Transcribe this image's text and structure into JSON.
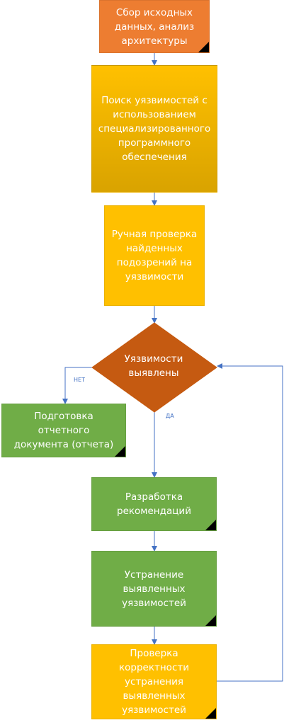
{
  "nodes": {
    "collect": "Сбор исходных\nданных, анализ\nархитектуры",
    "scan": "Поиск уязвимостей с\nиспользованием\nспециализированного\nпрограммного\nобеспечения",
    "manual_check": "Ручная проверка\nнайденных\nподозрений на\nуязвимости",
    "decision": "Уязвимости\nвыявлены",
    "report": "Подготовка отчетного\nдокумента (отчета)",
    "recommendations": "Разработка\nрекомендаций",
    "fix": "Устранение\nвыявленных\nуязвимостей",
    "verify": "Проверка\nкорректности\nустранения\nвыявленных\nуязвимостей"
  },
  "edges": {
    "no_label": "НЕТ",
    "yes_label": "ДА"
  },
  "colors": {
    "orange": "#ed7d31",
    "gold": "#ffc000",
    "green": "#70ad47",
    "connector": "#4472c4"
  }
}
